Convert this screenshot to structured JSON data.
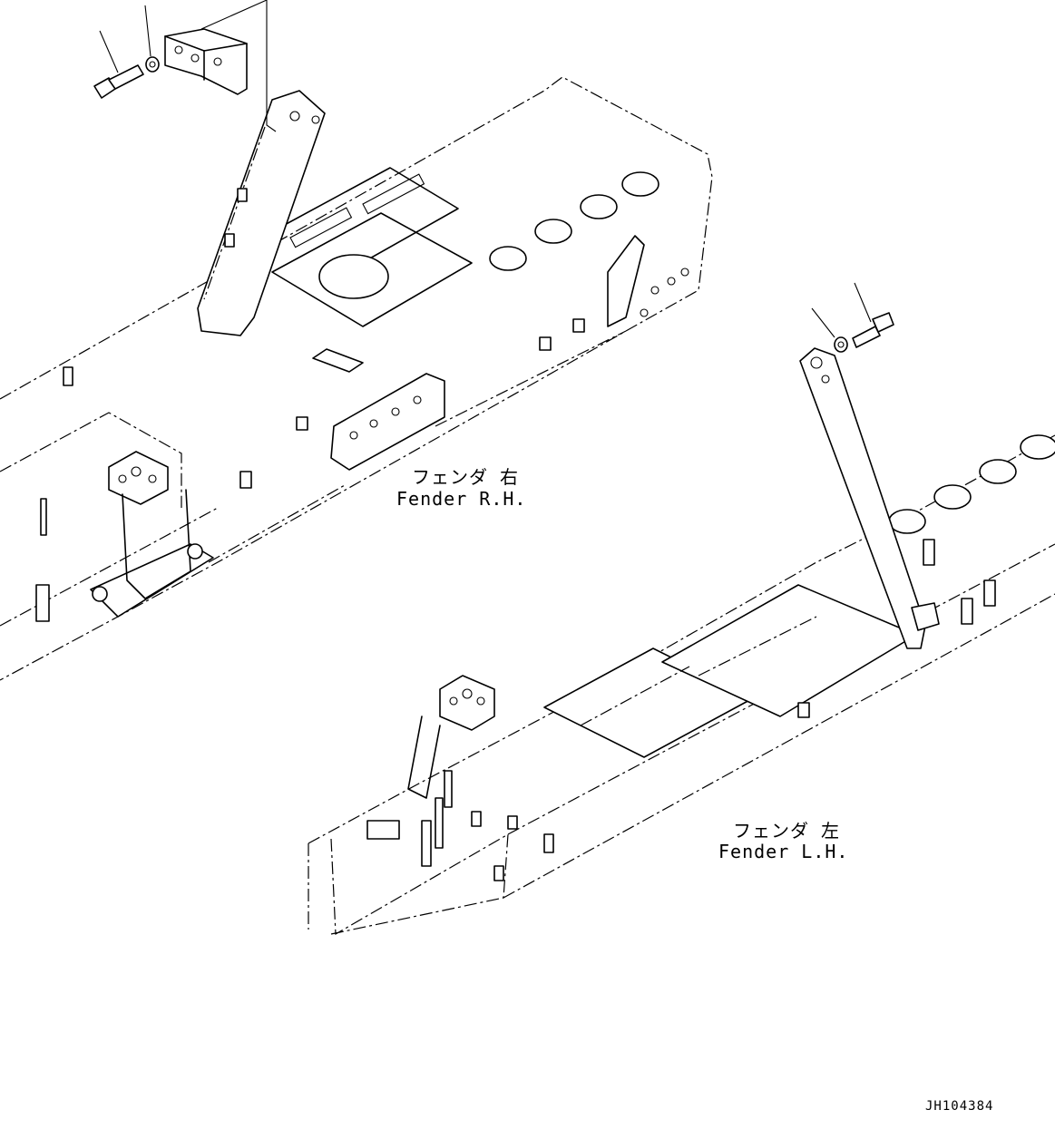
{
  "labels": {
    "fender_rh_jp": "フェンダ 右",
    "fender_rh_en": "Fender R.H.",
    "fender_lh_jp": "フェンダ 左",
    "fender_lh_en": "Fender L.H."
  },
  "drawing_code": "JH104384"
}
